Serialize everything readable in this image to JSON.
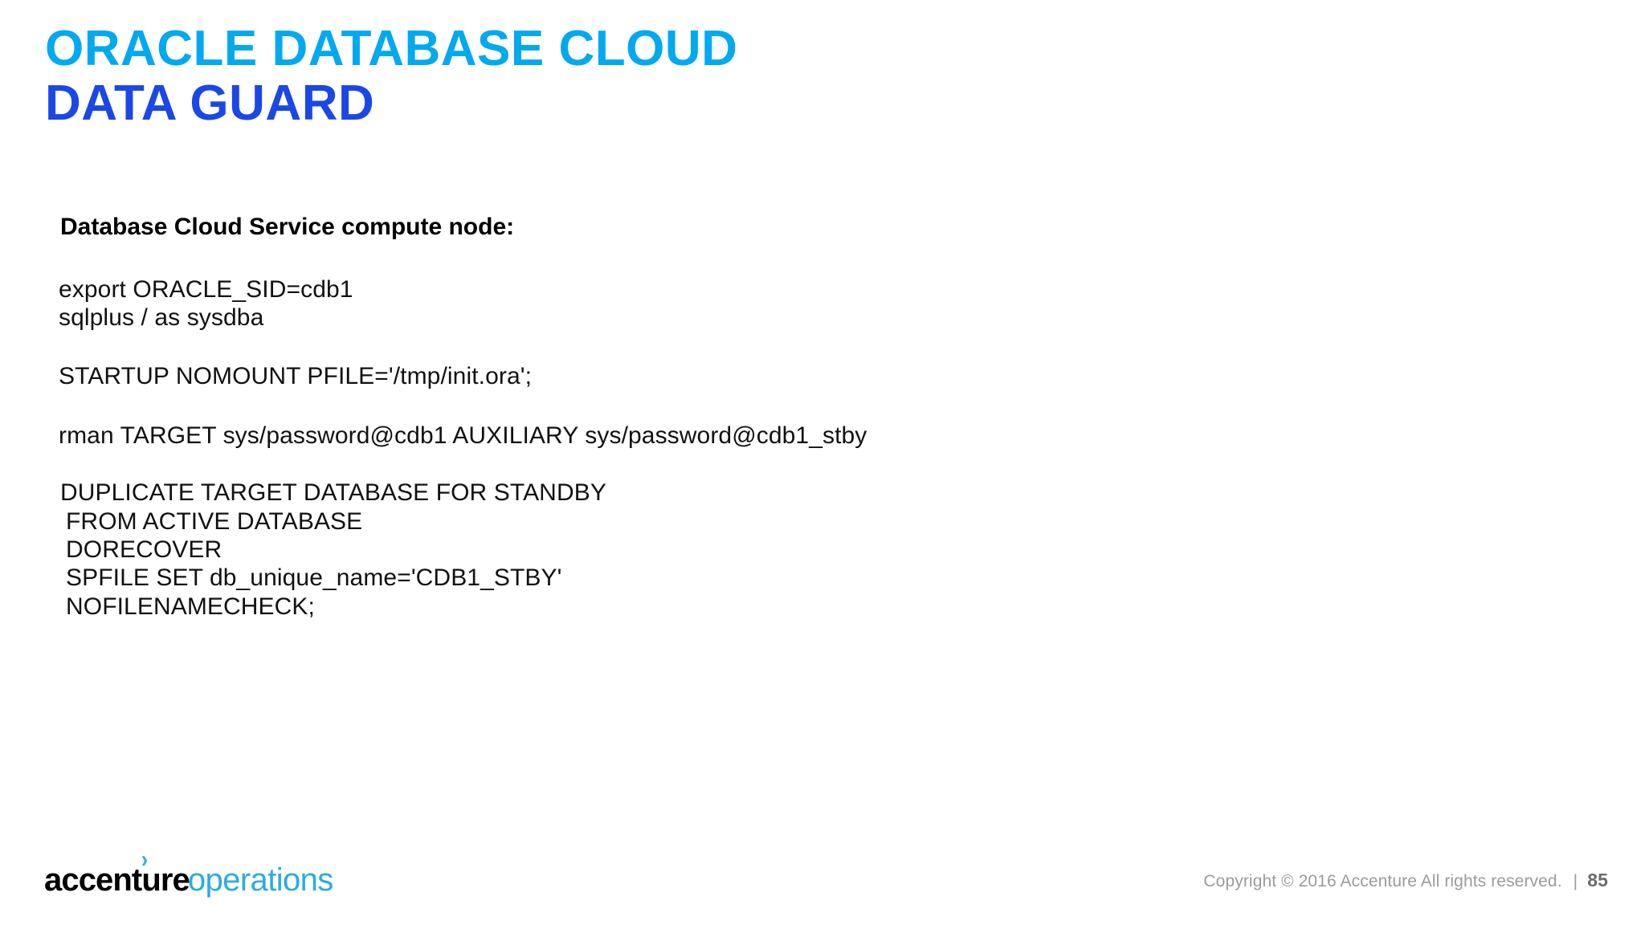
{
  "slide": {
    "title": {
      "line1": "ORACLE DATABASE CLOUD",
      "line2": "DATA GUARD",
      "color_line1": "#00A9F0",
      "color_line2": "#1A47E8"
    },
    "body": {
      "heading": "Database Cloud Service compute node:",
      "groups": [
        {
          "lines": [
            "export ORACLE_SID=cdb1",
            "sqlplus / as sysdba"
          ]
        },
        {
          "lines": [
            "STARTUP NOMOUNT PFILE='/tmp/init.ora';"
          ]
        },
        {
          "lines": [
            "rman TARGET sys/password@cdb1 AUXILIARY sys/password@cdb1_stby"
          ]
        },
        {
          "lines": [
            "DUPLICATE TARGET DATABASE FOR STANDBY",
            "FROM ACTIVE DATABASE",
            "DORECOVER",
            "SPFILE SET db_unique_name='CDB1_STBY'",
            "NOFILENAMECHECK;"
          ]
        }
      ]
    },
    "footer": {
      "logo": {
        "brand": "accenture",
        "suffix": "operations",
        "arrow": "›",
        "brand_color": "#000000",
        "accent_color": "#2AACE2"
      },
      "copyright": "Copyright © 2016 Accenture  All rights reserved.",
      "separator": "|",
      "page_number": "85"
    }
  }
}
